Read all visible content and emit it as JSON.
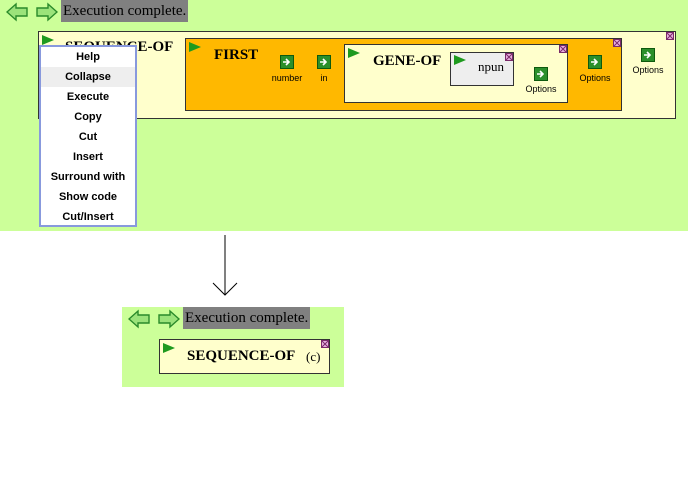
{
  "top": {
    "status": "Execution complete.",
    "outer_block": {
      "title": "SEQUENCE-OF"
    },
    "first_block": {
      "title": "FIRST",
      "buttons": [
        "number",
        "in",
        "Options"
      ]
    },
    "gene_block": {
      "title": "GENE-OF",
      "input_value": "npun",
      "options_label": "Options"
    },
    "outer_options_label": "Options",
    "context_menu": [
      "Help",
      "Collapse",
      "Execute",
      "Copy",
      "Cut",
      "Insert",
      "Surround with",
      "Show code",
      "Cut/Insert"
    ]
  },
  "bottom": {
    "status": "Execution complete.",
    "collapsed_block": {
      "title": "SEQUENCE-OF",
      "suffix": "(c)"
    }
  },
  "colors": {
    "panel": "#ccff99",
    "status_bg": "#808080",
    "block_cream": "#ffffcc",
    "block_orange": "#ffb800",
    "icon_green": "#1e9a1e"
  }
}
